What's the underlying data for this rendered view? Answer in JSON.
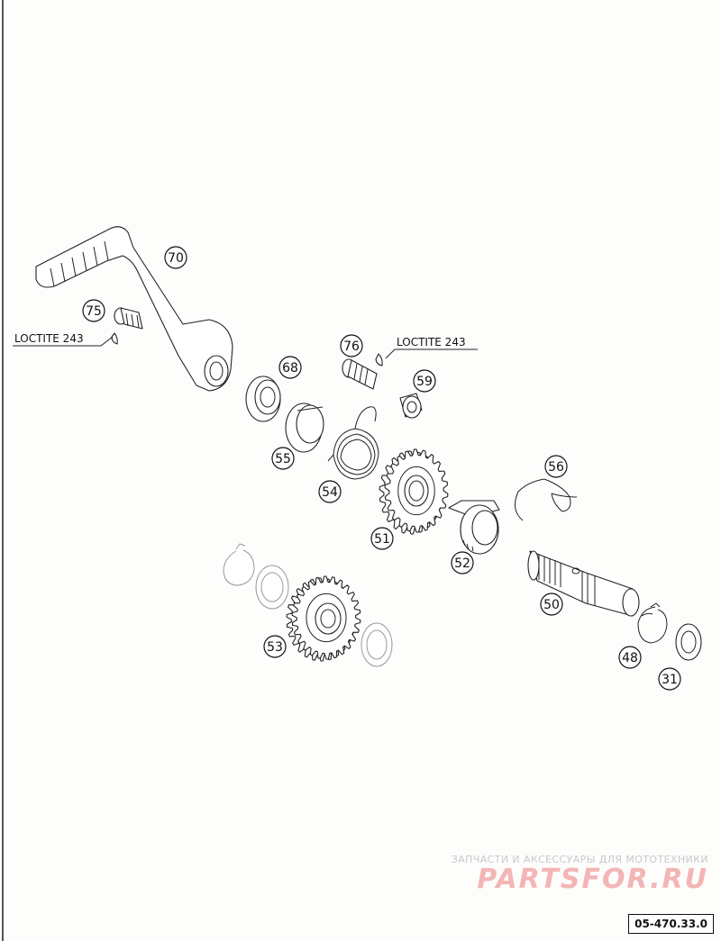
{
  "diagram": {
    "part_numbers": [
      "70",
      "75",
      "76",
      "59",
      "68",
      "55",
      "54",
      "51",
      "56",
      "52",
      "50",
      "53",
      "48",
      "31"
    ],
    "notes": [
      "LOCTITE 243",
      "LOCTITE 243"
    ]
  },
  "watermark": {
    "line1": "ЗАПЧАСТИ И АКСЕССУАРЫ ДЛЯ МОТОТЕХНИКИ",
    "brand": "PARTSFOR.RU"
  },
  "drawing_code": "05-470.33.0"
}
